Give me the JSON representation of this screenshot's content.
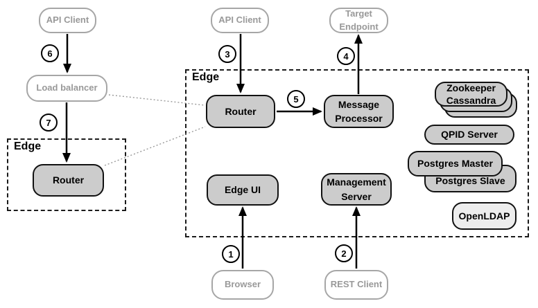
{
  "colors": {
    "component_fill": "#cccccc",
    "component_border": "#111111",
    "external_border": "#a6a6a6",
    "external_text": "#999999",
    "openldap_fill": "#ededed",
    "connector": "#000000",
    "dotted_link": "#999999"
  },
  "groups": {
    "edge_left": {
      "label": "Edge"
    },
    "edge_main": {
      "label": "Edge"
    }
  },
  "nodes": {
    "api_client_left": {
      "label": "API Client"
    },
    "load_balancer": {
      "label": "Load balancer"
    },
    "router_left": {
      "label": "Router"
    },
    "api_client_mid": {
      "label": "API Client"
    },
    "router_main": {
      "label": "Router"
    },
    "message_processor": {
      "label": "Message Processor"
    },
    "target_endpoint": {
      "label": "Target Endpoint"
    },
    "edge_ui": {
      "label": "Edge UI"
    },
    "management_server": {
      "label": "Management Server"
    },
    "browser": {
      "label": "Browser"
    },
    "rest_client": {
      "label": "REST Client"
    },
    "zookeeper": {
      "label": "Zookeeper"
    },
    "cassandra": {
      "label": "Cassandra"
    },
    "qpid_server": {
      "label": "QPID Server"
    },
    "postgres_master": {
      "label": "Postgres Master"
    },
    "postgres_slave": {
      "label": "Postgres Slave"
    },
    "openldap": {
      "label": "OpenLDAP"
    }
  },
  "steps": {
    "s1": "1",
    "s2": "2",
    "s3": "3",
    "s4": "4",
    "s5": "5",
    "s6": "6",
    "s7": "7"
  }
}
